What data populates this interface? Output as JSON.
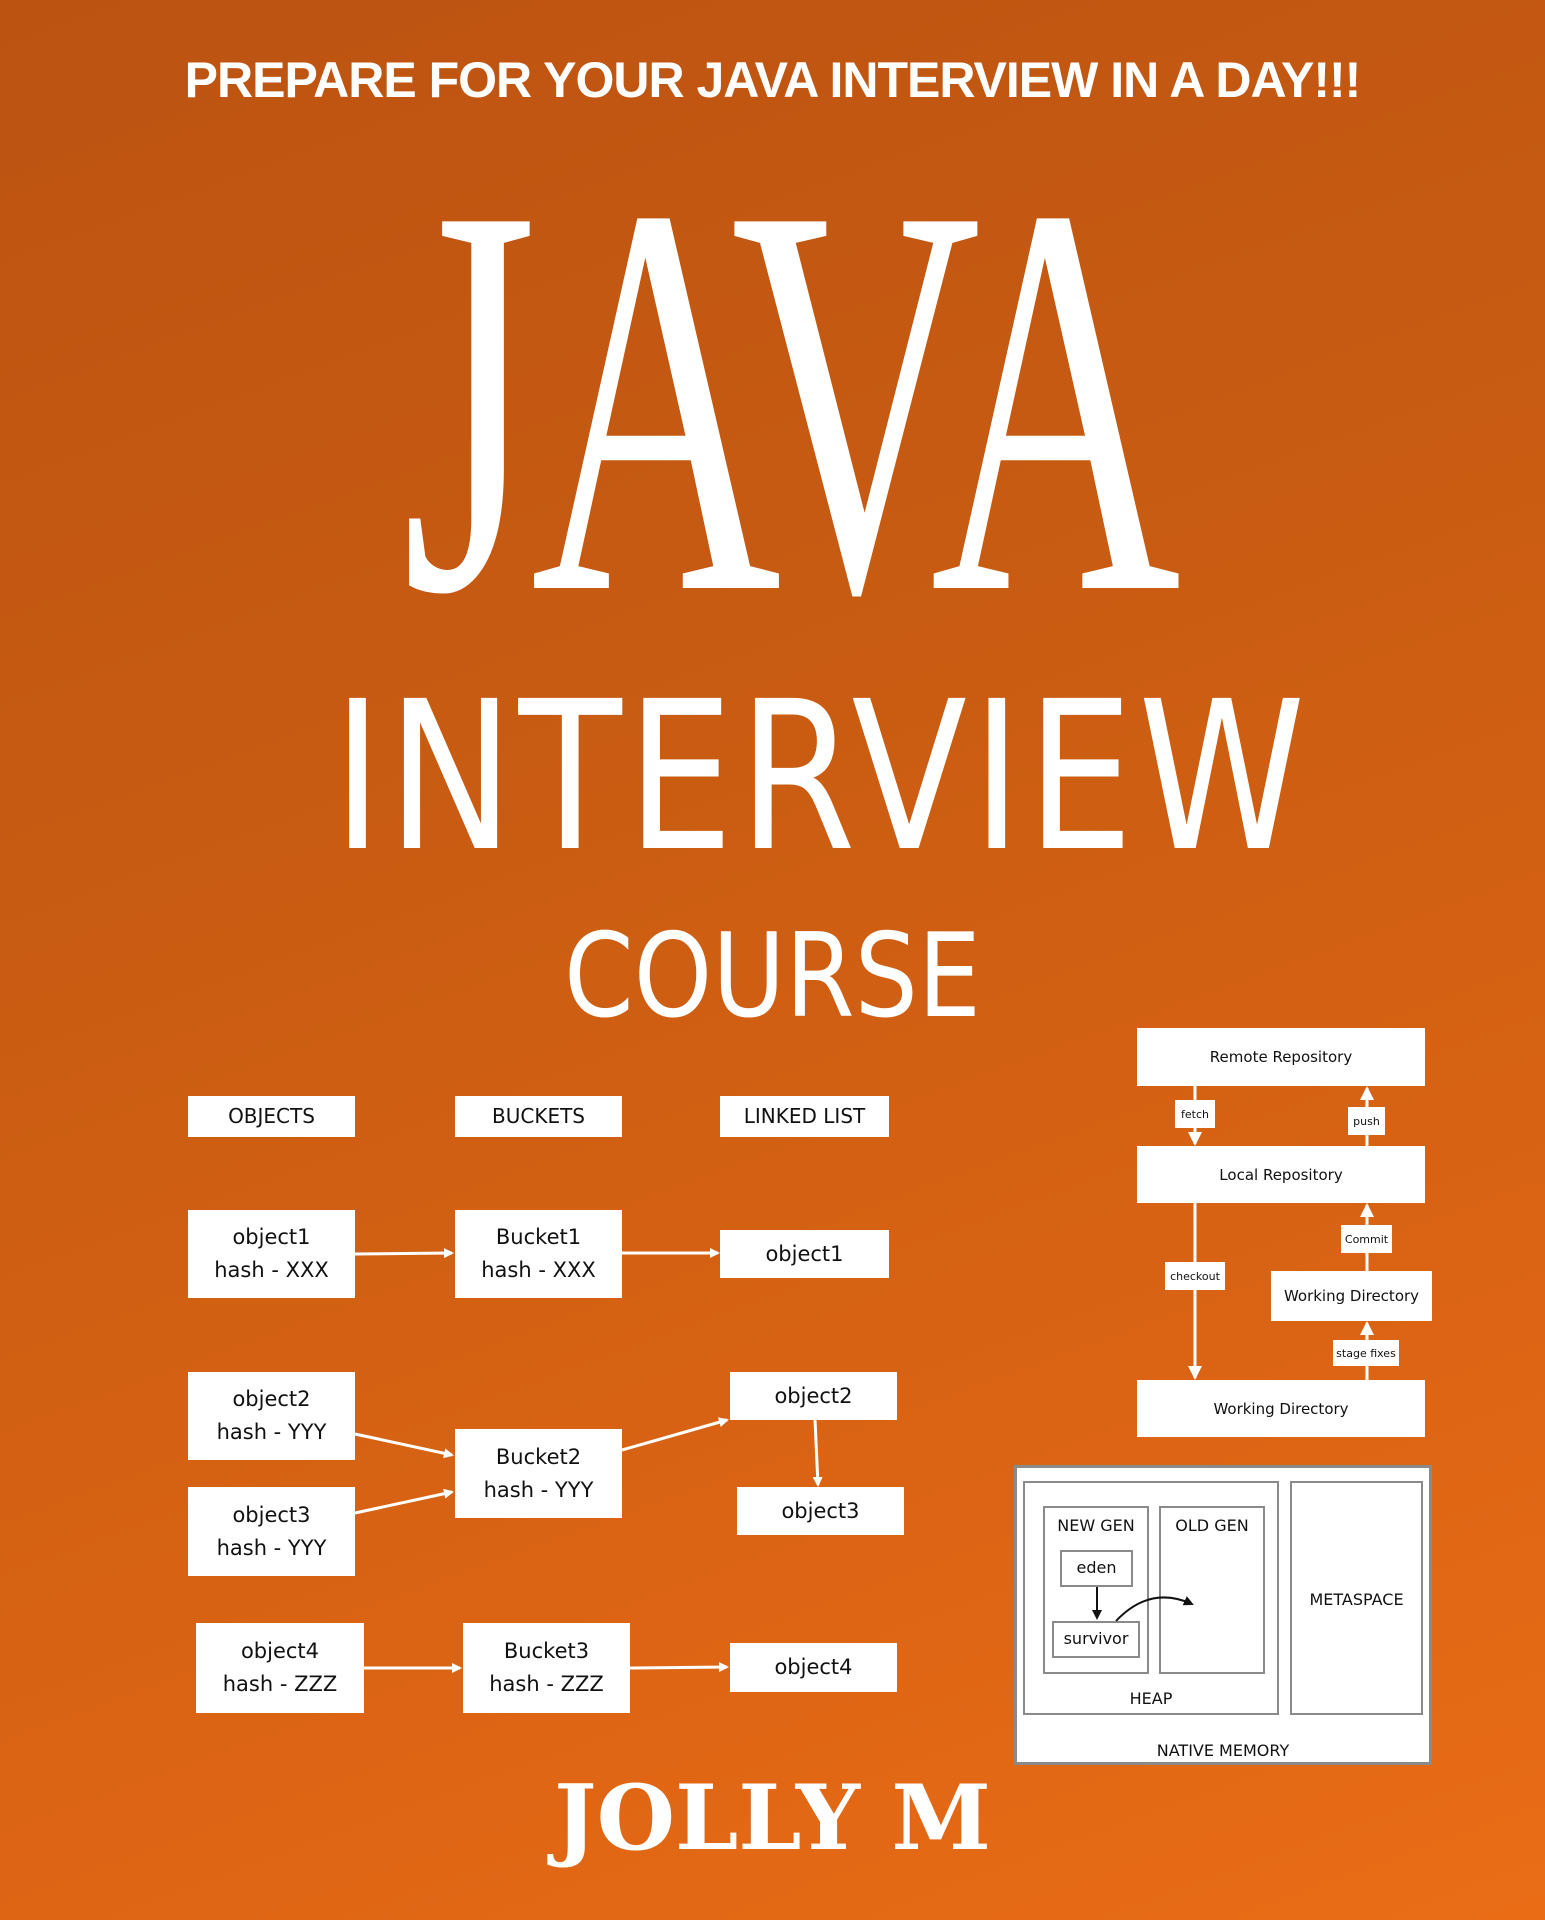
{
  "cover": {
    "tagline": "PREPARE FOR YOUR JAVA INTERVIEW IN A DAY!!!",
    "title": "JAVA",
    "subtitle": "INTERVIEW",
    "subtitle2": "COURSE",
    "author": "JOLLY M",
    "colors": {
      "background_start": "#BC5311",
      "background_end": "#EA6D16",
      "text": "#FFFFFF"
    }
  },
  "hashmap_diagram": {
    "headers": [
      "OBJECTS",
      "BUCKETS",
      "LINKED LIST"
    ],
    "objects": [
      {
        "name": "object1",
        "hash": "hash - XXX"
      },
      {
        "name": "object2",
        "hash": "hash - YYY"
      },
      {
        "name": "object3",
        "hash": "hash - YYY"
      },
      {
        "name": "object4",
        "hash": "hash - ZZZ"
      }
    ],
    "buckets": [
      {
        "name": "Bucket1",
        "hash": "hash - XXX"
      },
      {
        "name": "Bucket2",
        "hash": "hash - YYY"
      },
      {
        "name": "Bucket3",
        "hash": "hash - ZZZ"
      }
    ],
    "linked_list": [
      "object1",
      "object2",
      "object3",
      "object4"
    ]
  },
  "git_diagram": {
    "remote": "Remote Repository",
    "local": "Local Repository",
    "working_dir_staged": "Working Directory",
    "working_dir": "Working Directory",
    "labels": {
      "fetch": "fetch",
      "push": "push",
      "commit": "Commit",
      "checkout": "checkout",
      "stage": "stage fixes"
    }
  },
  "memory_diagram": {
    "native": "NATIVE MEMORY",
    "heap": "HEAP",
    "metaspace": "METASPACE",
    "new_gen": "NEW GEN",
    "old_gen": "OLD GEN",
    "eden": "eden",
    "survivor": "survivor"
  }
}
